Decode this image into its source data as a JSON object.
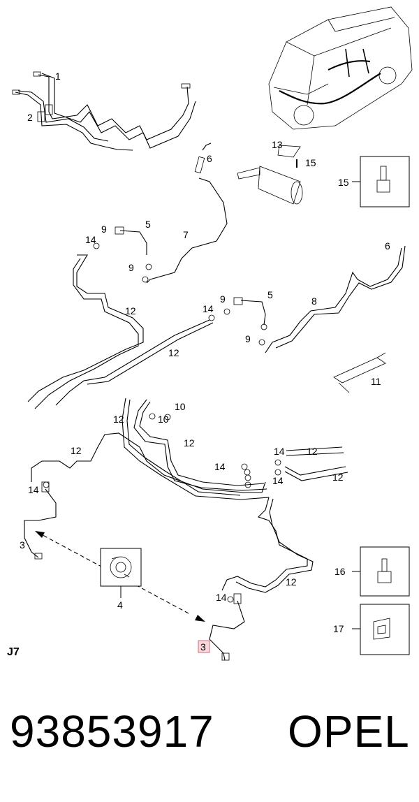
{
  "diagram": {
    "code": "J7",
    "highlighted_label": "3",
    "callouts": {
      "c1": "1",
      "c2": "2",
      "c3a": "3",
      "c3b": "3",
      "c4": "4",
      "c5a": "5",
      "c5b": "5",
      "c6a": "6",
      "c6b": "6",
      "c7": "7",
      "c8": "8",
      "c9a": "9",
      "c9b": "9",
      "c9c": "9",
      "c9d": "9",
      "c10a": "10",
      "c10b": "10",
      "c11": "11",
      "c12a": "12",
      "c12b": "12",
      "c12c": "12",
      "c12d": "12",
      "c12e": "12",
      "c12f": "12",
      "c12g": "12",
      "c12h": "12",
      "c13": "13",
      "c14a": "14",
      "c14b": "14",
      "c14c": "14",
      "c14d": "14",
      "c14e": "14",
      "c14f": "14",
      "c14g": "14",
      "c15a": "15",
      "c15b": "15",
      "c16": "16",
      "c17": "17"
    }
  },
  "footer": {
    "part_number": "93853917",
    "brand": "OPEL"
  }
}
